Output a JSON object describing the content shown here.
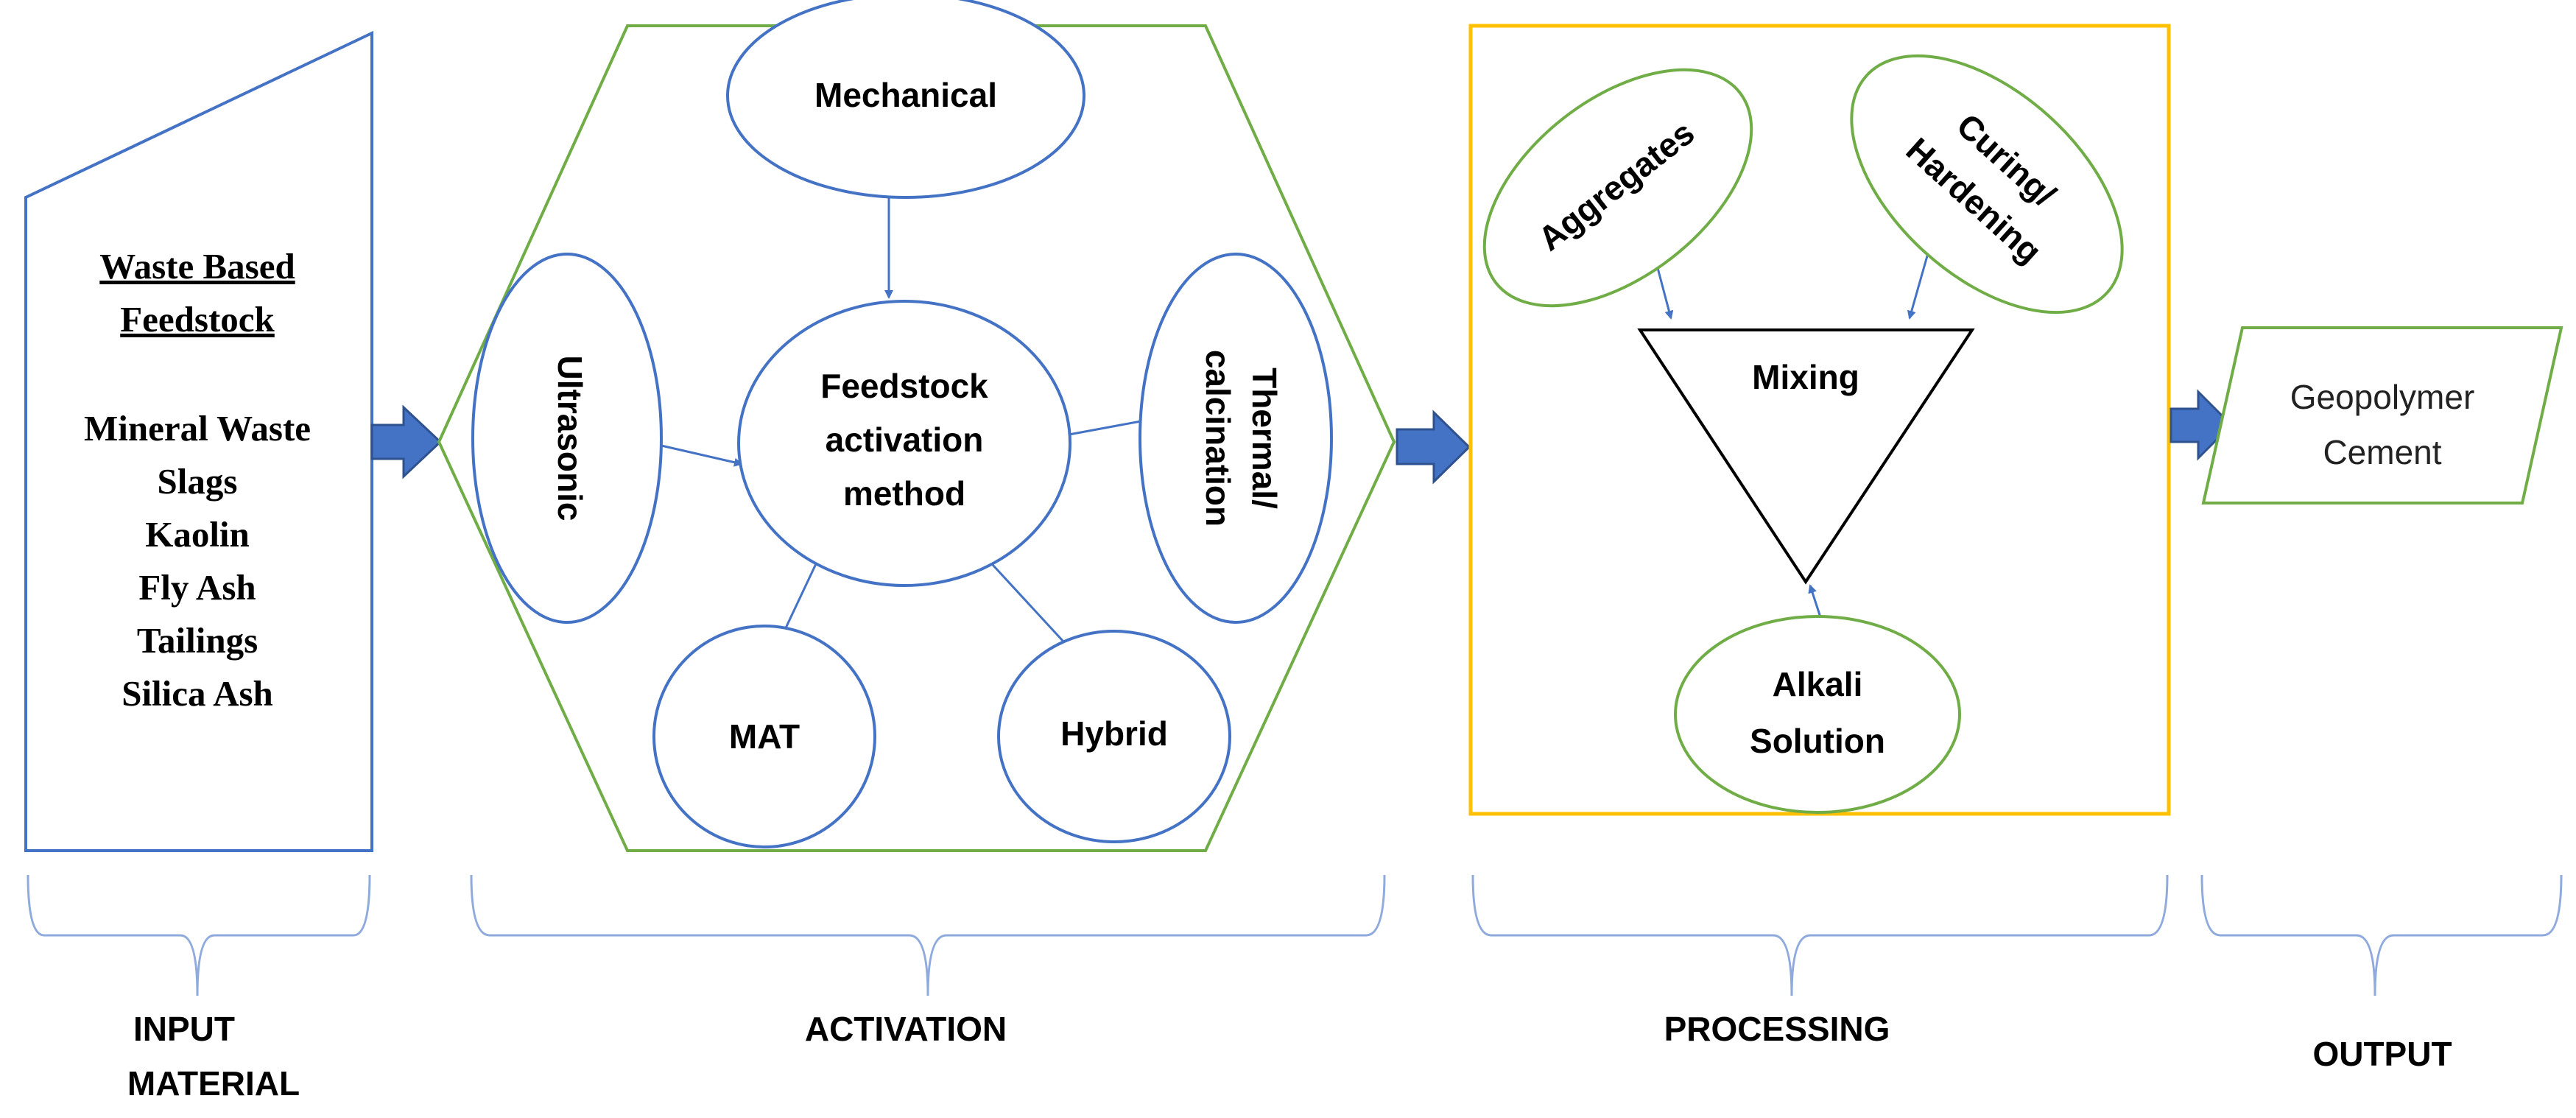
{
  "input": {
    "title_line1": "Waste Based",
    "title_line2": "Feedstock",
    "materials": [
      "Mineral Waste",
      "Slags",
      "Kaolin",
      "Fly Ash",
      "Tailings",
      "Silica Ash"
    ]
  },
  "activation": {
    "center_line1": "Feedstock",
    "center_line2": "activation",
    "center_line3": "method",
    "mechanical": "Mechanical",
    "ultrasonic": "Ultrasonic",
    "thermal_line1": "Thermal/",
    "thermal_line2": "calcination",
    "mat": "MAT",
    "hybrid": "Hybrid"
  },
  "processing": {
    "aggregates": "Aggregates",
    "curing_line1": "Curing/",
    "curing_line2": "Hardening",
    "mixing": "Mixing",
    "alkali_line1": "Alkali",
    "alkali_line2": "Solution"
  },
  "output": {
    "line1": "Geopolymer",
    "line2": "Cement"
  },
  "stages": {
    "input_line1": "INPUT",
    "input_line2": "MATERIAL",
    "activation": "ACTIVATION",
    "processing": "PROCESSING",
    "output": "OUTPUT"
  },
  "colors": {
    "blue": "#4472C4",
    "green": "#70AD47",
    "gold": "#FFC000",
    "bracket": "#8FAADC"
  }
}
